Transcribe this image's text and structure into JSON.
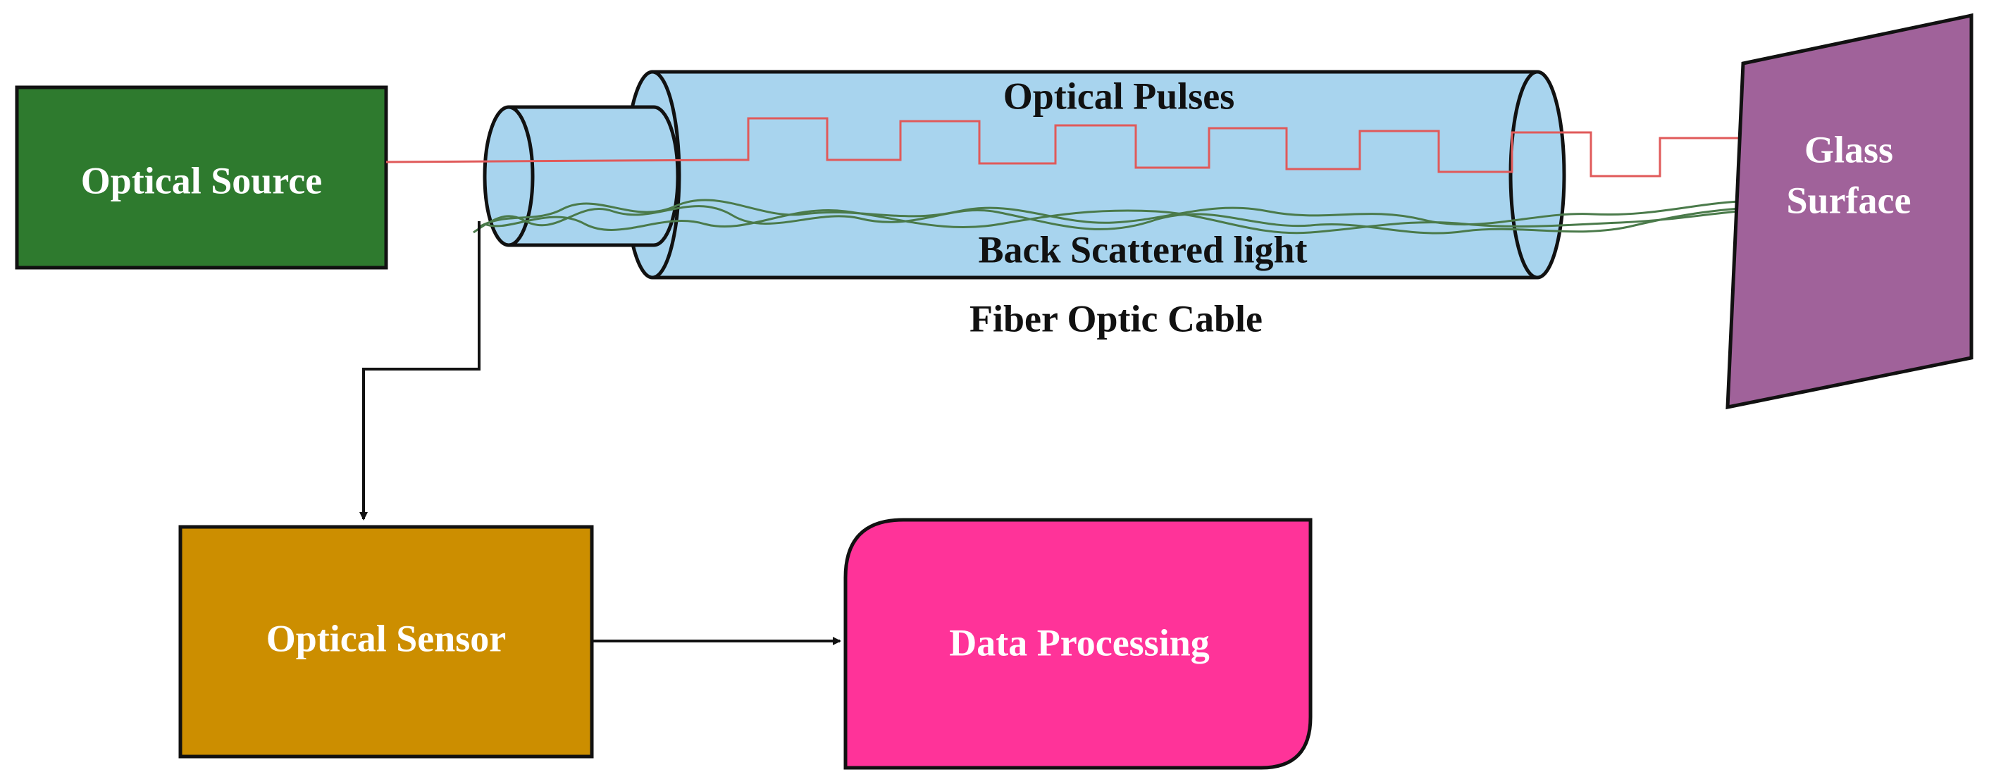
{
  "nodes": {
    "optical_source": "Optical Source",
    "glass_surface_line1": "Glass",
    "glass_surface_line2": "Surface",
    "optical_sensor": "Optical Sensor",
    "data_processing": "Data Processing"
  },
  "labels": {
    "optical_pulses": "Optical Pulses",
    "back_scattered": "Back Scattered light",
    "fiber_cable": "Fiber Optic Cable"
  },
  "colors": {
    "optical_source": "#2e7a2e",
    "glass_surface": "#a0629a",
    "optical_sensor": "#cc8e00",
    "data_processing": "#ff3399",
    "cable": "#a8d4ee",
    "pulse_line": "#e05a5a",
    "scatter_line": "#4a7a4a"
  }
}
